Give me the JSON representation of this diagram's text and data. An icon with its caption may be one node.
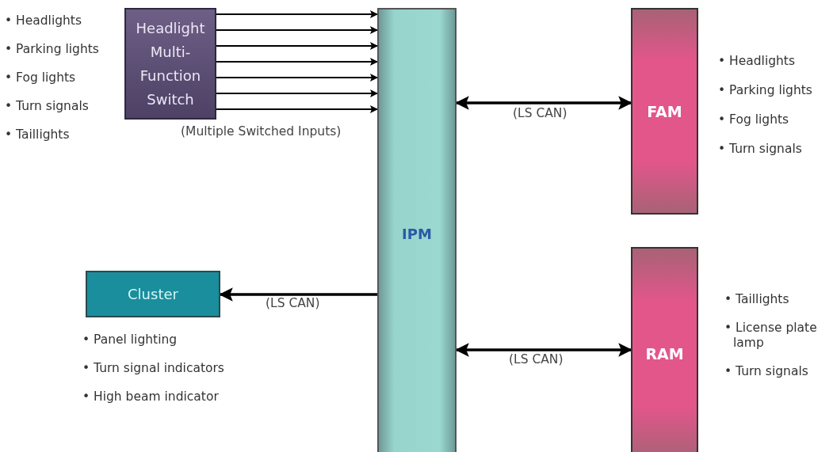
{
  "diagram": {
    "nodes": [
      {
        "text": [
          "Headlight Multi-Function Switch"
        ],
        "beside": [
          "• Headlights",
          "• Parking lights",
          "• Fog lights",
          "• Turn signals",
          "• Taillights"
        ]
      },
      {
        "text": [
          "IPM"
        ]
      },
      {
        "text": [
          "FAM"
        ],
        "beside": [
          "• Headlights",
          "• Parking lights",
          "• Fog lights",
          "• Turn signals"
        ]
      },
      {
        "text": [
          "Cluster"
        ],
        "beside": [
          "• Panel lighting",
          "• Turn signal indicators",
          "• High beam indicator"
        ]
      },
      {
        "text": [
          "RAM"
        ],
        "beside": [
          "• Taillights",
          "• License plate lamp",
          "• Turn signals"
        ]
      }
    ],
    "edges": [
      {
        "from": 0,
        "to": 1,
        "arrow": "to"
      },
      {
        "from": 0,
        "to": 1,
        "arrow": "to"
      },
      {
        "from": 0,
        "to": 1,
        "arrow": "to"
      },
      {
        "from": 0,
        "to": 1,
        "arrow": "to"
      },
      {
        "from": 0,
        "to": 1,
        "arrow": "to"
      },
      {
        "from": 0,
        "to": 1,
        "arrow": "to"
      },
      {
        "from": 0,
        "to": 1,
        "arrow": "to"
      },
      {
        "from": 1,
        "to": 2,
        "arrow": "both",
        "label": "(LS CAN)"
      },
      {
        "from": 1,
        "to": 3,
        "arrow": "to",
        "label": "(LS CAN)"
      },
      {
        "from": 1,
        "to": 4,
        "arrow": "both",
        "label": "(LS CAN)"
      }
    ],
    "labels": [
      "(Multiple Switched Inputs)"
    ]
  }
}
